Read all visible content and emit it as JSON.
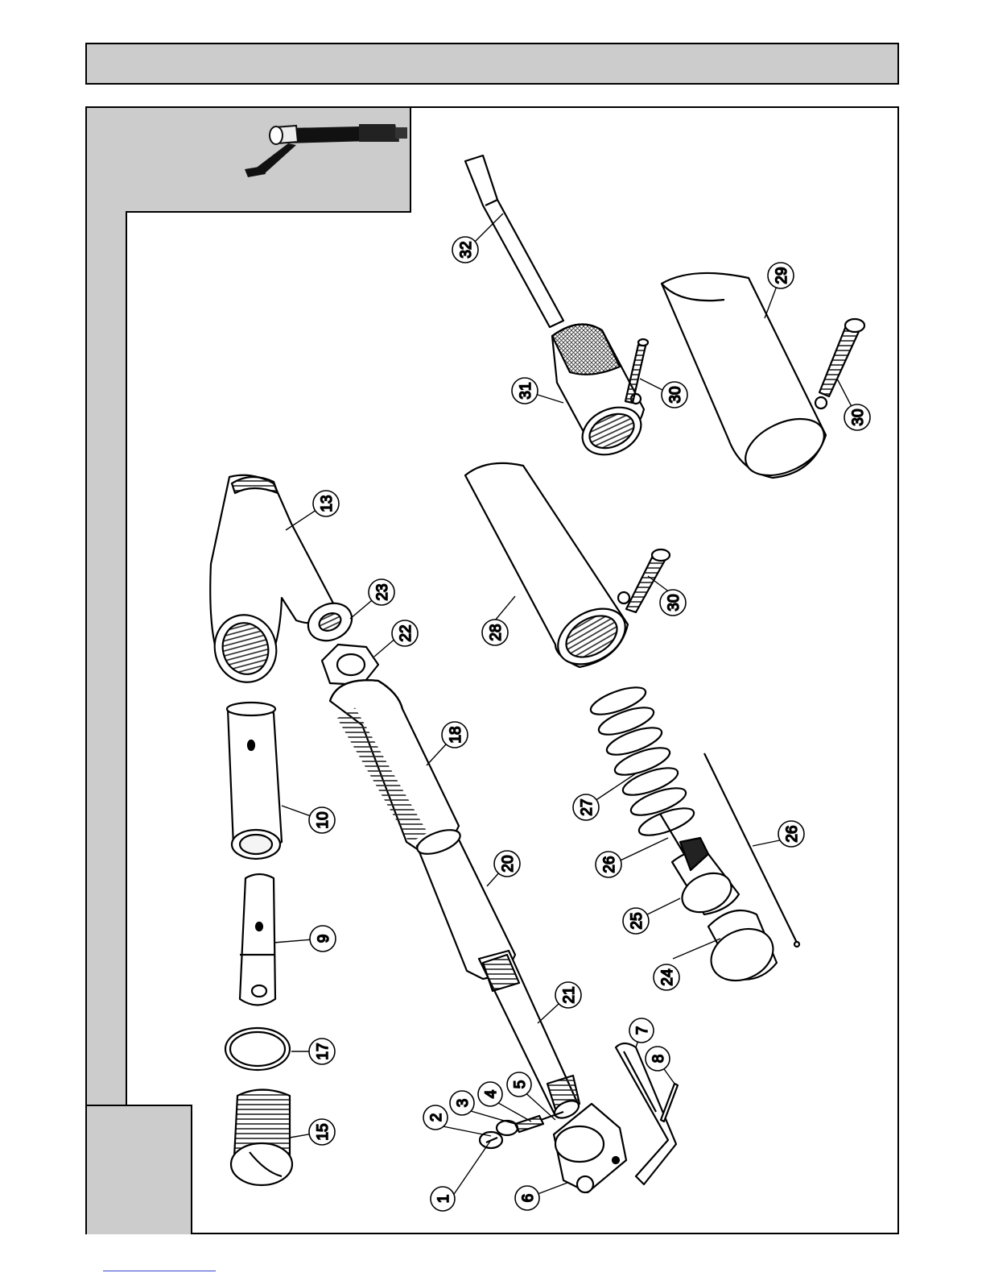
{
  "callouts": [
    {
      "id": "c1",
      "label": "1"
    },
    {
      "id": "c2",
      "label": "2"
    },
    {
      "id": "c3",
      "label": "3"
    },
    {
      "id": "c4",
      "label": "4"
    },
    {
      "id": "c5",
      "label": "5"
    },
    {
      "id": "c6",
      "label": "6"
    },
    {
      "id": "c7",
      "label": "7"
    },
    {
      "id": "c8",
      "label": "8"
    },
    {
      "id": "c9",
      "label": "9"
    },
    {
      "id": "c10",
      "label": "10"
    },
    {
      "id": "c13",
      "label": "13"
    },
    {
      "id": "c15",
      "label": "15"
    },
    {
      "id": "c17",
      "label": "17"
    },
    {
      "id": "c18",
      "label": "18"
    },
    {
      "id": "c20",
      "label": "20"
    },
    {
      "id": "c21",
      "label": "21"
    },
    {
      "id": "c22",
      "label": "22"
    },
    {
      "id": "c23",
      "label": "23"
    },
    {
      "id": "c24",
      "label": "24"
    },
    {
      "id": "c25",
      "label": "25"
    },
    {
      "id": "c26a",
      "label": "26"
    },
    {
      "id": "c26b",
      "label": "26"
    },
    {
      "id": "c27",
      "label": "27"
    },
    {
      "id": "c28",
      "label": "28"
    },
    {
      "id": "c29",
      "label": "29"
    },
    {
      "id": "c30a",
      "label": "30"
    },
    {
      "id": "c30b",
      "label": "30"
    },
    {
      "id": "c30c",
      "label": "30"
    },
    {
      "id": "c31",
      "label": "31"
    },
    {
      "id": "c32",
      "label": "32"
    }
  ]
}
